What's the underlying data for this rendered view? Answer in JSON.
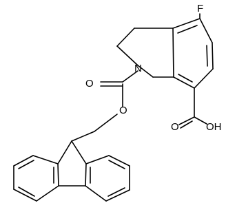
{
  "molecule": {
    "atoms": {
      "fluorine": "F",
      "nitrogen": "N",
      "ester_carbonyl_oxygen": "O",
      "ester_ether_oxygen": "O",
      "acid_carbonyl_oxygen": "O",
      "acid_hydroxyl": "OH"
    },
    "colors": {
      "bond": "#000000",
      "label": "#000000",
      "background": "#ffffff"
    }
  }
}
